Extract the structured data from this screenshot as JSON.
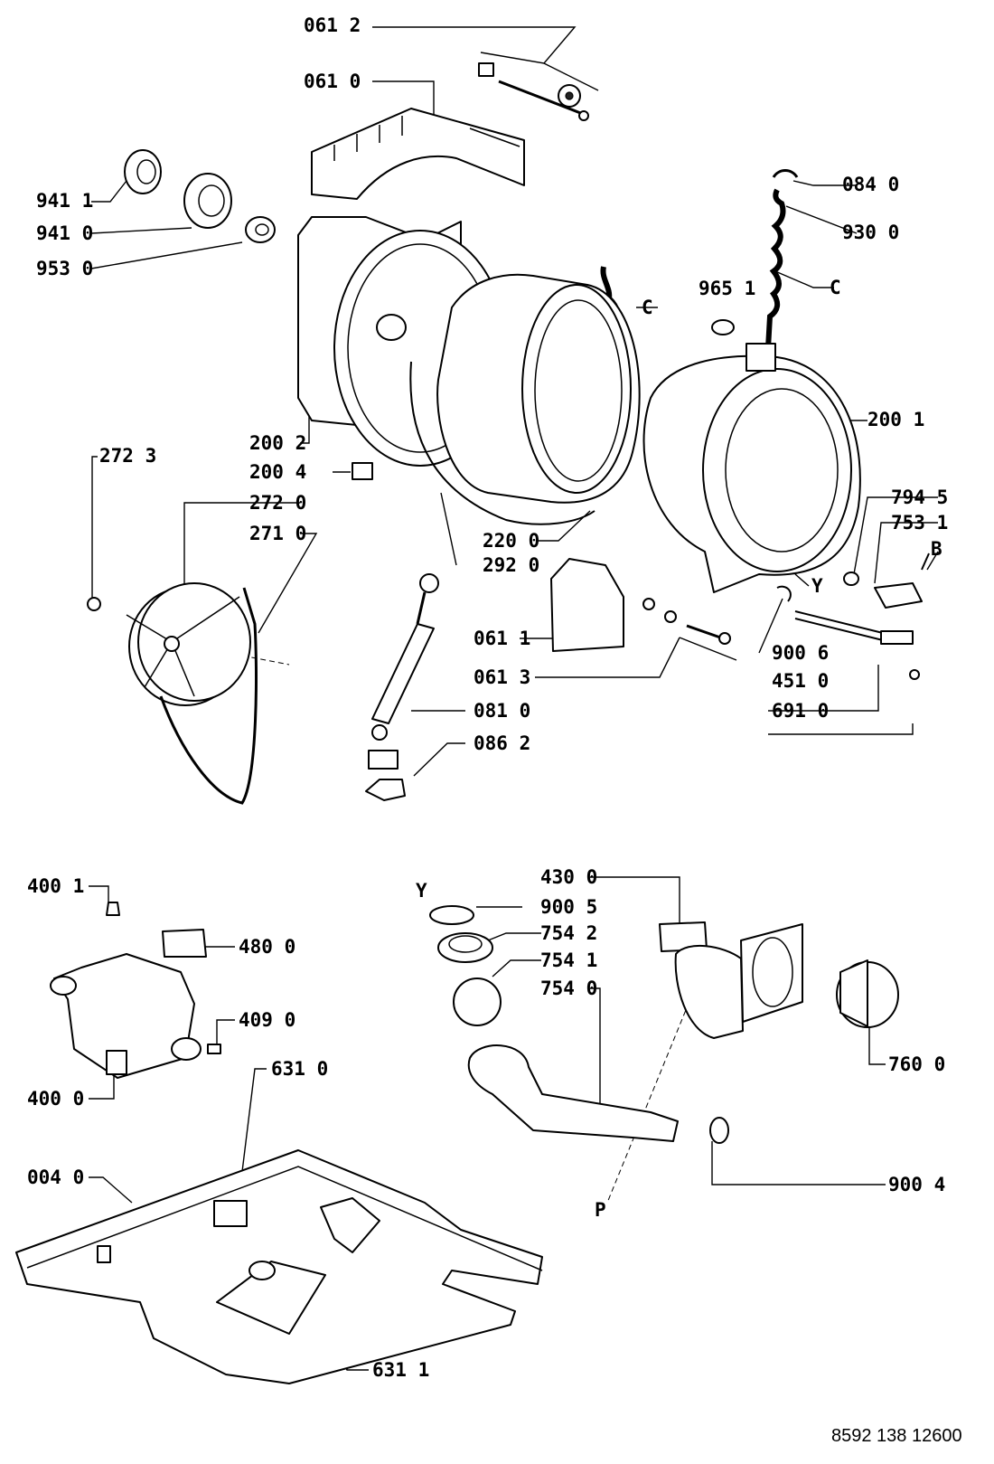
{
  "drawing_code": "8592 138 12600",
  "callouts": [
    {
      "id": "c0612",
      "text": "061 2"
    },
    {
      "id": "c0610",
      "text": "061 0"
    },
    {
      "id": "c9411",
      "text": "941 1"
    },
    {
      "id": "c9410",
      "text": "941 0"
    },
    {
      "id": "c9530",
      "text": "953 0"
    },
    {
      "id": "c0840",
      "text": "084 0"
    },
    {
      "id": "c9300",
      "text": "930 0"
    },
    {
      "id": "c9651",
      "text": "965 1"
    },
    {
      "id": "cC1",
      "text": "C"
    },
    {
      "id": "cC2",
      "text": "C"
    },
    {
      "id": "c2001",
      "text": "200 1"
    },
    {
      "id": "c2002",
      "text": "200 2"
    },
    {
      "id": "c2723",
      "text": "272 3"
    },
    {
      "id": "c2004",
      "text": "200 4"
    },
    {
      "id": "c2720",
      "text": "272 0"
    },
    {
      "id": "c2710",
      "text": "271 0"
    },
    {
      "id": "c2200",
      "text": "220 0"
    },
    {
      "id": "c2920",
      "text": "292 0"
    },
    {
      "id": "c7945",
      "text": "794 5"
    },
    {
      "id": "c7531",
      "text": "753 1"
    },
    {
      "id": "cB",
      "text": "B"
    },
    {
      "id": "cY1",
      "text": "Y"
    },
    {
      "id": "c0611",
      "text": "061 1"
    },
    {
      "id": "c9006",
      "text": "900 6"
    },
    {
      "id": "c0613",
      "text": "061 3"
    },
    {
      "id": "c4510",
      "text": "451 0"
    },
    {
      "id": "c0810",
      "text": "081 0"
    },
    {
      "id": "c6910",
      "text": "691 0"
    },
    {
      "id": "c0862",
      "text": "086 2"
    },
    {
      "id": "c4001",
      "text": "400 1"
    },
    {
      "id": "c4300",
      "text": "430 0"
    },
    {
      "id": "cY2",
      "text": "Y"
    },
    {
      "id": "c9005",
      "text": "900 5"
    },
    {
      "id": "c7542",
      "text": "754 2"
    },
    {
      "id": "c4800",
      "text": "480 0"
    },
    {
      "id": "c7541",
      "text": "754 1"
    },
    {
      "id": "c7540",
      "text": "754 0"
    },
    {
      "id": "c4090",
      "text": "409 0"
    },
    {
      "id": "c7600",
      "text": "760 0"
    },
    {
      "id": "c6310",
      "text": "631 0"
    },
    {
      "id": "c4000",
      "text": "400 0"
    },
    {
      "id": "c0040",
      "text": "004 0"
    },
    {
      "id": "c9004",
      "text": "900 4"
    },
    {
      "id": "cP",
      "text": "P"
    },
    {
      "id": "c6311",
      "text": "631 1"
    }
  ]
}
